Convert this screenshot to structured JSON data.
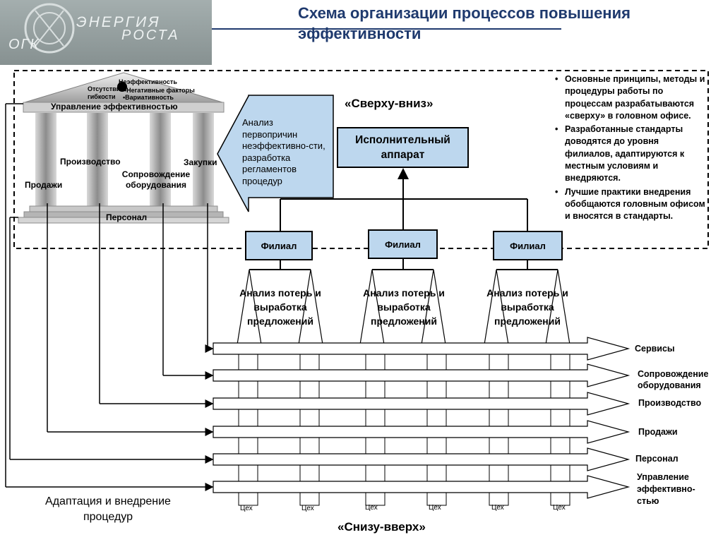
{
  "header": {
    "title": "Схема организации процессов повышения эффективности",
    "logo_text_line1": "ЭНЕРГИЯ",
    "logo_text_line2": "РОСТА",
    "logo_brand": "ОГК"
  },
  "temple": {
    "roof_top": "Неэффективность",
    "roof_left": "Отсутствие гибкости",
    "roof_right_1": "•Негативные факторы",
    "roof_right_2": "•Вариативность",
    "beam": "Управление эффективностью",
    "pillars": [
      "Продажи",
      "Производство",
      "Сопровождение оборудования",
      "Закупки"
    ],
    "base": "Персонал"
  },
  "arrow_note": "Анализ первопричин неэффективно-сти, разработка регламентов процедур",
  "top_down_label": "«Сверху-вниз»",
  "executive_box": "Исполнительный аппарат",
  "branches": [
    "Филиал",
    "Филиал",
    "Филиал"
  ],
  "loss_analysis": [
    "Анализ потерь и выработка предложений",
    "Анализ потерь и выработка предложений",
    "Анализ потерь и выработка предложений"
  ],
  "bullets": [
    "Основные принципы, методы и процедуры работы по процессам разрабатываются «сверху» в головном офисе.",
    "Разработанные стандарты доводятся до уровня филиалов, адаптируются к местным условиям и внедряются.",
    "Лучшие практики внедрения обобщаются головным офисом и вносятся в стандарты."
  ],
  "process_arrows": [
    "Сервисы",
    "Сопровождение оборудования",
    "Производство",
    "Продажи",
    "Персонал",
    "Управление эффективно-стью"
  ],
  "workshops": [
    "Цех",
    "Цех",
    "Цех",
    "Цех",
    "Цех",
    "Цех"
  ],
  "adaptation_label": "Адаптация и внедрение процедур",
  "bottom_up_label": "«Снизу-вверх»",
  "colors": {
    "title": "#1f3a6e",
    "box_fill": "#bdd7ee",
    "arrow_fill": "#c6dcf2",
    "pillar": "#a6a6a6"
  }
}
